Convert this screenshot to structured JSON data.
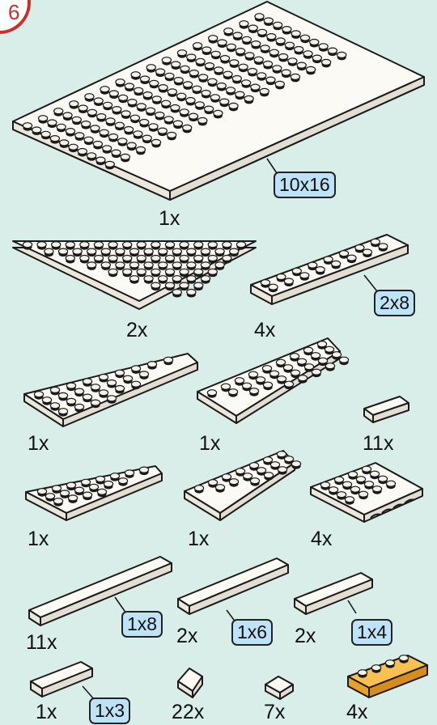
{
  "step": {
    "number": "6"
  },
  "colors": {
    "background": "#d9ede9",
    "part": "#f4f1ea",
    "part_outline": "#1a1a1a",
    "size_label_bg": "#bfe3f6",
    "step_circle": "#c9302c",
    "accent_part": "#f6b12f"
  },
  "parts": [
    {
      "name": "plate-10x16",
      "qty": "1x",
      "size": "10x16"
    },
    {
      "name": "wedge-plate-large",
      "qty": "2x",
      "size": ""
    },
    {
      "name": "plate-2x8",
      "qty": "4x",
      "size": "2x8"
    },
    {
      "name": "wedge-plate-left",
      "qty": "1x",
      "size": ""
    },
    {
      "name": "wedge-plate-right",
      "qty": "1x",
      "size": ""
    },
    {
      "name": "tile-small",
      "qty": "11x",
      "size": ""
    },
    {
      "name": "wedge-plate-small-left",
      "qty": "1x",
      "size": ""
    },
    {
      "name": "wedge-plate-small-right",
      "qty": "1x",
      "size": ""
    },
    {
      "name": "plate-with-clips",
      "qty": "4x",
      "size": ""
    },
    {
      "name": "plate-1x8",
      "qty": "11x",
      "size": "1x8"
    },
    {
      "name": "plate-1x6",
      "qty": "2x",
      "size": "1x6"
    },
    {
      "name": "plate-1x4",
      "qty": "2x",
      "size": "1x4"
    },
    {
      "name": "plate-1x3",
      "qty": "1x",
      "size": "1x3"
    },
    {
      "name": "slope-tile",
      "qty": "22x",
      "size": ""
    },
    {
      "name": "tile-1x1",
      "qty": "7x",
      "size": ""
    },
    {
      "name": "orange-plate-clips",
      "qty": "4x",
      "size": ""
    }
  ]
}
